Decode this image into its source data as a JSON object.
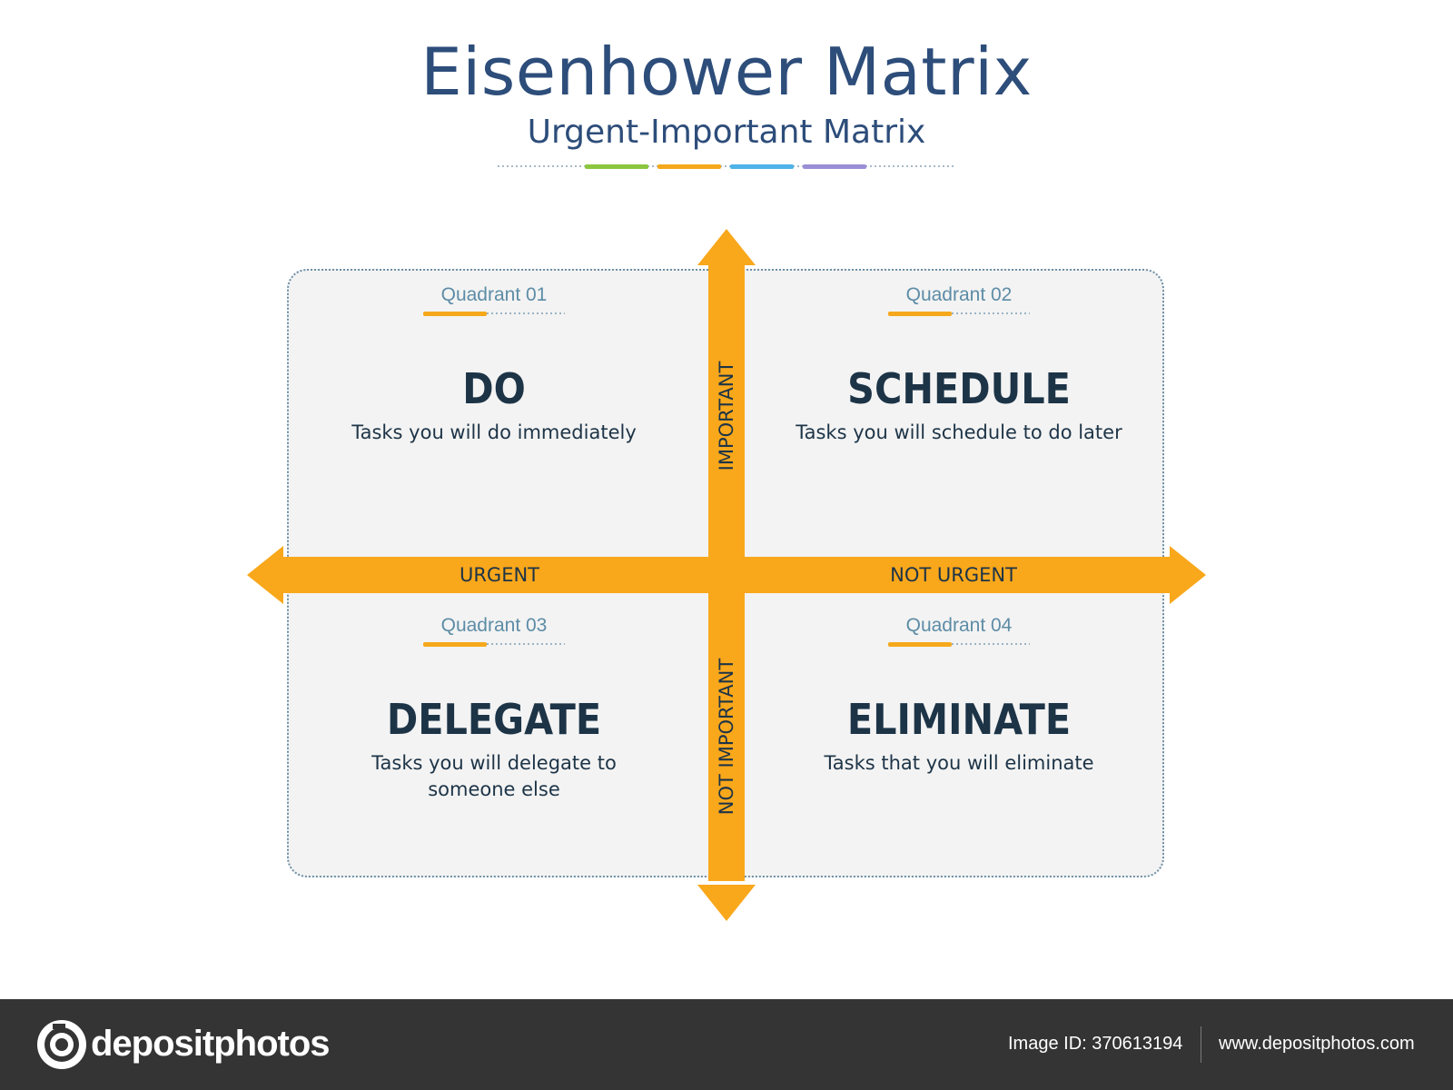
{
  "header": {
    "title": "Eisenhower Matrix",
    "subtitle": "Urgent-Important Matrix",
    "rule_colors": [
      "#8cc63f",
      "#f5a81c",
      "#4fb3e8",
      "#9a8fd6"
    ]
  },
  "axes": {
    "top": "IMPORTANT",
    "bottom": "NOT IMPORTANT",
    "left": "URGENT",
    "right": "NOT URGENT",
    "arrow_color": "#f9a71b"
  },
  "quadrants": [
    {
      "label": "Quadrant 01",
      "heading": "DO",
      "description": "Tasks you will do immediately"
    },
    {
      "label": "Quadrant 02",
      "heading": "SCHEDULE",
      "description": "Tasks you will schedule to do later"
    },
    {
      "label": "Quadrant 03",
      "heading": "DELEGATE",
      "description": "Tasks you will delegate to someone else"
    },
    {
      "label": "Quadrant 04",
      "heading": "ELIMINATE",
      "description": "Tasks that you will eliminate"
    }
  ],
  "footer": {
    "brand": "depositphotos",
    "image_id": "Image ID: 370613194",
    "site": "www.depositphotos.com"
  },
  "colors": {
    "title": "#2d4d7a",
    "heading": "#1d3447",
    "quadrant_label": "#5d8ca6",
    "panel": "#f3f3f3",
    "footer": "#343434"
  }
}
